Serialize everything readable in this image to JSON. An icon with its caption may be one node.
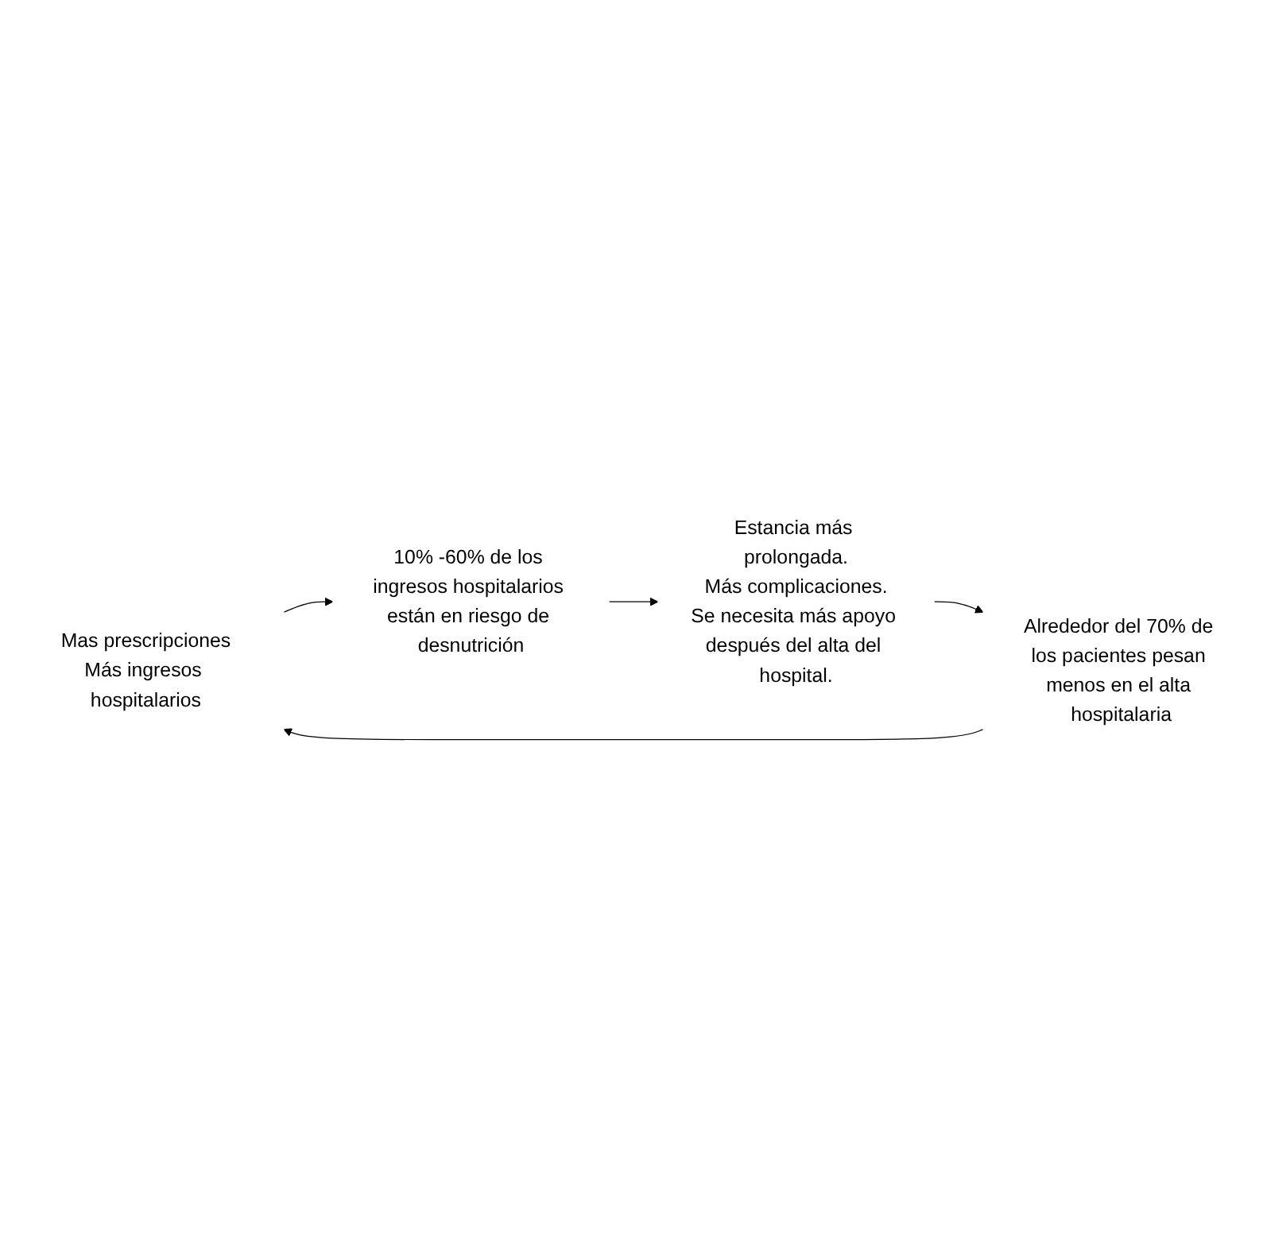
{
  "diagram": {
    "nodes": [
      {
        "text": [
          "Mas prescripciones",
          "Más ingresos hospitalarios"
        ]
      },
      {
        "text": [
          "10% -60% de los ingresos hospitalarios están en riesgo de desnutrición"
        ]
      },
      {
        "text": [
          "Estancia más prolongada.",
          "Más complicaciones.",
          "Se necesita más apoyo después del alta del hospital."
        ]
      },
      {
        "text": [
          "Alrededor del 70% de los pacientes pesan menos en el alta hospitalaria"
        ]
      }
    ],
    "edges": [
      {
        "from": 0,
        "to": 1,
        "arrow": "to"
      },
      {
        "from": 1,
        "to": 2,
        "arrow": "to"
      },
      {
        "from": 2,
        "to": 3,
        "arrow": "to"
      },
      {
        "from": 3,
        "to": 0,
        "arrow": "to"
      }
    ]
  }
}
